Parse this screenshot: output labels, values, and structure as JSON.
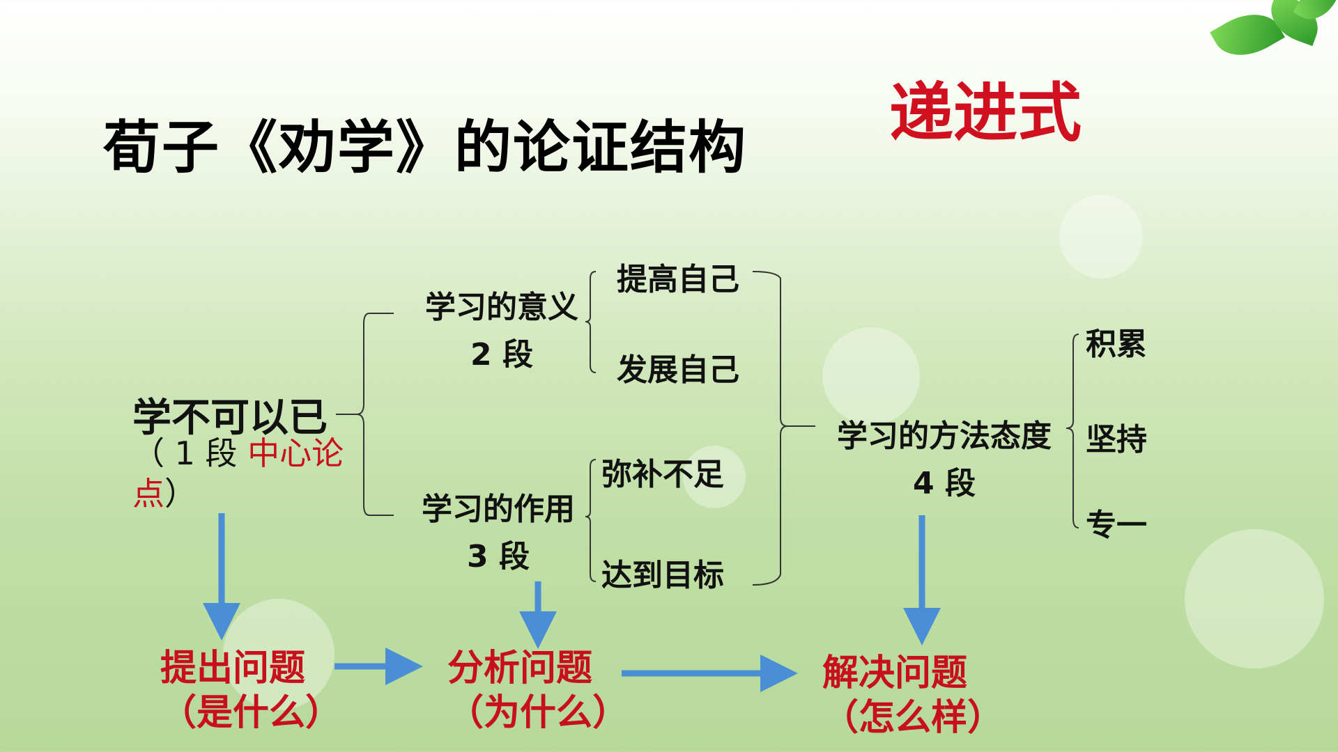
{
  "title": "荀子《劝学》的论证结构",
  "subtitle": "递进式",
  "center_node": {
    "main": "学不可以已",
    "paren_open": "（ 1 段 ",
    "highlight": "中心论点",
    "paren_close": "）"
  },
  "meaning": {
    "label": "学习的意义",
    "para": "2 段",
    "items": [
      "提高自己",
      "发展自己"
    ]
  },
  "function": {
    "label": "学习的作用",
    "para": "3 段",
    "items": [
      "弥补不足",
      "达到目标"
    ]
  },
  "method": {
    "label": "学习的方法态度",
    "para": "4 段",
    "items": [
      "积累",
      "坚持",
      "专一"
    ]
  },
  "flow": [
    {
      "label": "提出问题",
      "sub": "（是什么）"
    },
    {
      "label": "分析问题",
      "sub": "（为什么）"
    },
    {
      "label": "解决问题",
      "sub": "（怎么样）"
    }
  ],
  "colors": {
    "accent": "#c8101c",
    "arrow": "#4a8fd6",
    "line": "#333333"
  }
}
